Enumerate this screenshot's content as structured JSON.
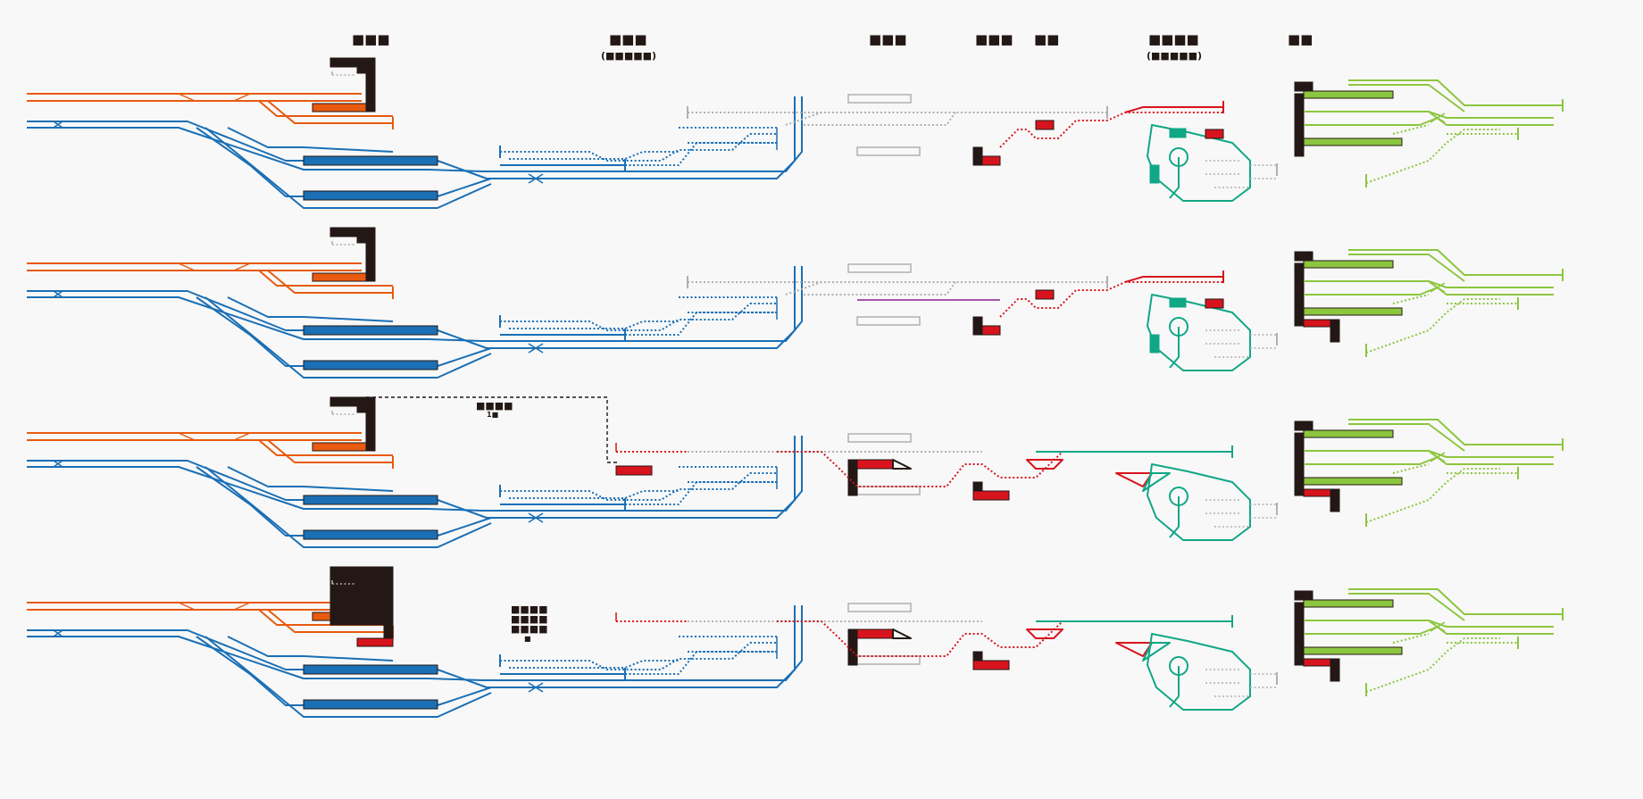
{
  "colors": {
    "orange": "#e85a0f",
    "blue": "#1a6fb5",
    "red": "#d7141d",
    "gray": "#b0b0b0",
    "green": "#8cc63f",
    "teal": "#10a786",
    "purple": "#8e1f8a",
    "black": "#231815"
  },
  "headers": [
    {
      "id": "station-1",
      "label": "■■■",
      "sub": ""
    },
    {
      "id": "station-2",
      "label": "■■■",
      "sub": "(■■■■■)"
    },
    {
      "id": "station-3",
      "label": "■■■",
      "sub": ""
    },
    {
      "id": "station-4",
      "label": "■■■",
      "sub": ""
    },
    {
      "id": "station-5",
      "label": "■■",
      "sub": ""
    },
    {
      "id": "station-6",
      "label": "■■■■",
      "sub": "(■■■■■)"
    },
    {
      "id": "station-7",
      "label": "■■",
      "sub": ""
    }
  ],
  "annotations": {
    "row3_note": "■■■■",
    "row3_note_small": "1■",
    "row4_note": [
      "■■■■",
      "■■■■",
      "■■■■",
      "■"
    ]
  },
  "rows": [
    {
      "id": "stage-1",
      "purple_link": false,
      "red_route": false,
      "connector": false
    },
    {
      "id": "stage-2",
      "purple_link": true,
      "red_route": false,
      "connector": false
    },
    {
      "id": "stage-3",
      "purple_link": false,
      "red_route": true,
      "connector": true
    },
    {
      "id": "stage-4",
      "purple_link": false,
      "red_route": true,
      "connector": false
    }
  ]
}
